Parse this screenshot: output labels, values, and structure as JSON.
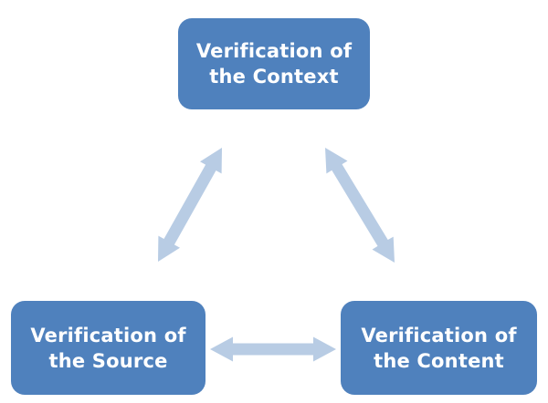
{
  "diagram": {
    "type": "cycle-relationship-diagram",
    "colors": {
      "background": "#ffffff",
      "node_fill": "#4f81bd",
      "node_text": "#ffffff",
      "arrow_fill": "#b8cce4"
    },
    "nodes": [
      {
        "id": "context",
        "label": "Verification of the Context",
        "line1": "Verification of",
        "line2": "the Context"
      },
      {
        "id": "source",
        "label": "Verification of the Source",
        "line1": "Verification of",
        "line2": "the Source"
      },
      {
        "id": "content",
        "label": "Verification of the Content",
        "line1": "Verification of",
        "line2": "the Content"
      }
    ],
    "edges": [
      {
        "from": "source",
        "to": "context",
        "bidirectional": true
      },
      {
        "from": "context",
        "to": "content",
        "bidirectional": true
      },
      {
        "from": "source",
        "to": "content",
        "bidirectional": true
      }
    ]
  }
}
